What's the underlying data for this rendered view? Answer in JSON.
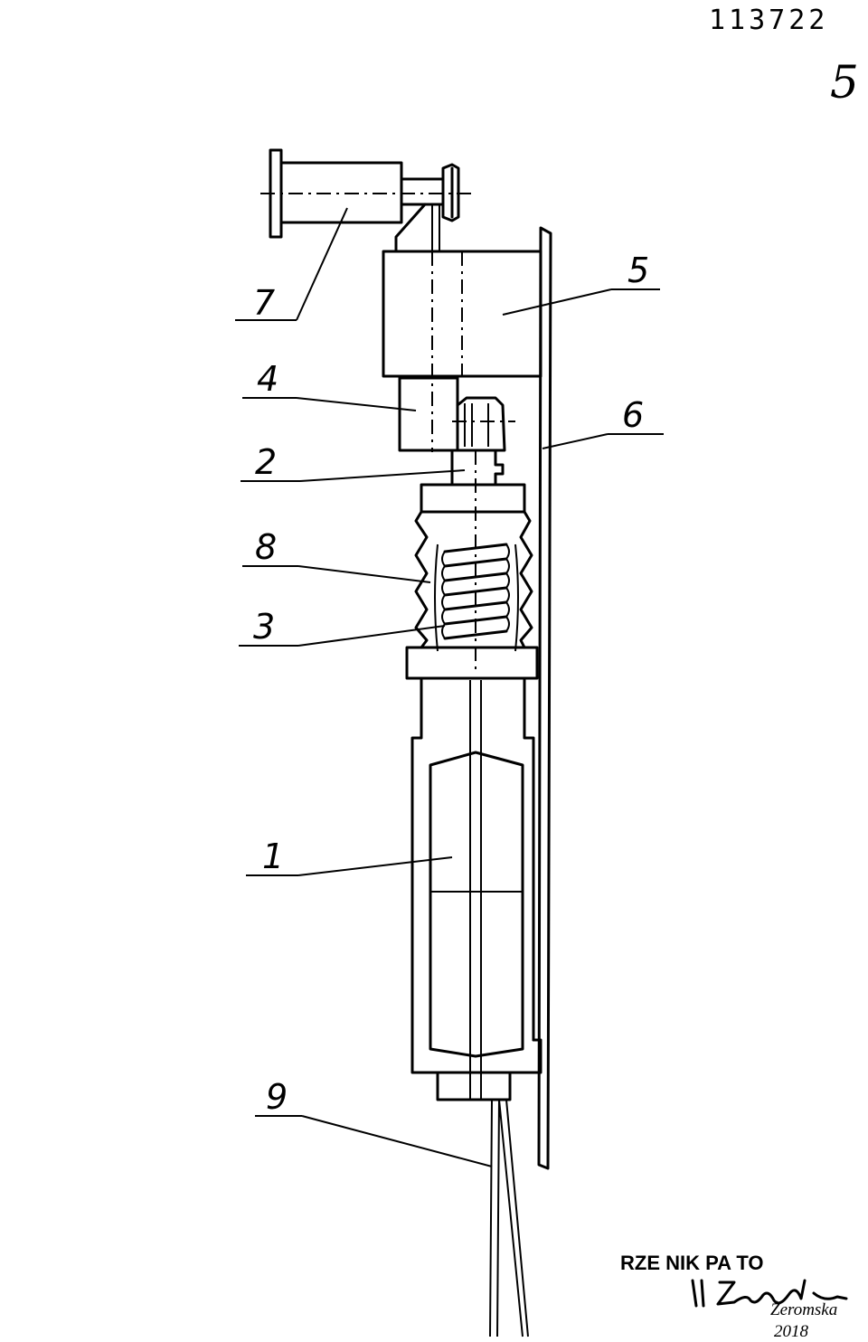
{
  "header": {
    "patent_number": "113722",
    "sheet_number": "5"
  },
  "labels": [
    "7",
    "5",
    "4",
    "6",
    "2",
    "8",
    "3",
    "1",
    "9"
  ],
  "stamp": {
    "line1": "RZE NIK PA TO",
    "line3": "Żeromska",
    "line4": "2018"
  }
}
